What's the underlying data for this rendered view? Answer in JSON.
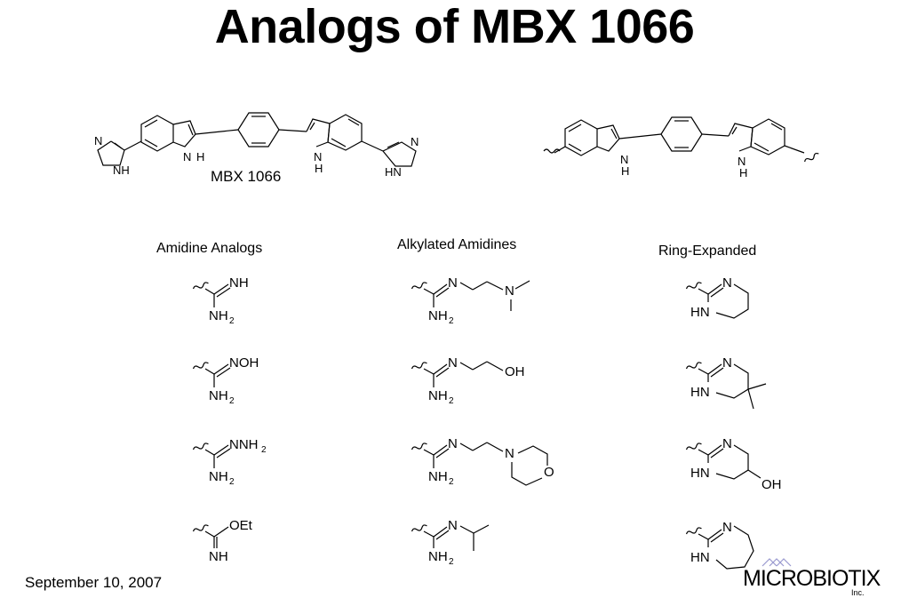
{
  "slide": {
    "title": "Analogs of MBX 1066",
    "main_compound_label": "MBX 1066",
    "date": "September 10, 2007",
    "logo": {
      "word": "MICROBIOTIX",
      "suffix": "Inc."
    }
  },
  "columns": {
    "amidine": {
      "heading": "Amidine Analogs"
    },
    "alkylated": {
      "heading": "Alkylated Amidines"
    },
    "ring": {
      "heading": "Ring-Expanded"
    }
  },
  "atoms": {
    "N": "N",
    "NH": "NH",
    "HN": "HN",
    "H": "H",
    "NH2": "NH",
    "sub2": "2",
    "NOH": "NOH",
    "NNH2": "NNH",
    "OEt": "OEt",
    "OH": "OH",
    "O": "O"
  }
}
